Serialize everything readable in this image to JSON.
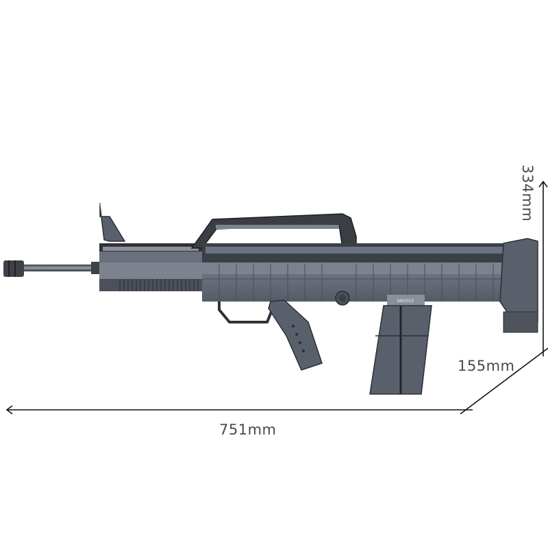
{
  "product": {
    "description": "Brick-built bullpup rifle model, side view",
    "serial_label": "960503",
    "body_color": "#5e6470",
    "dark_color": "#2e3138",
    "light_color": "#8a909c"
  },
  "dimensions": {
    "length": "751mm",
    "height": "334mm",
    "depth": "155mm"
  },
  "colors": {
    "background": "#ffffff",
    "dimension_lines": "#111111",
    "dimension_text": "#4a4a4a"
  }
}
